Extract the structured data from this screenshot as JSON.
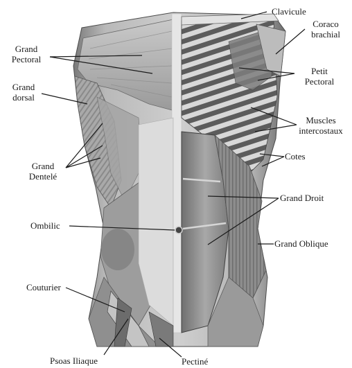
{
  "labels": {
    "clavicule": "Clavicule",
    "coraco_1": "Coraco",
    "coraco_2": "brachial",
    "grand_pectoral_1": "Grand",
    "grand_pectoral_2": "Pectoral",
    "petit_pectoral_1": "Petit",
    "petit_pectoral_2": "Pectoral",
    "grand_dorsal_1": "Grand",
    "grand_dorsal_2": "dorsal",
    "muscles_intercostaux_1": "Muscles",
    "muscles_intercostaux_2": "intercostaux",
    "cotes": "Cotes",
    "grand_dentele_1": "Grand",
    "grand_dentele_2": "Dentelé",
    "grand_droit": "Grand Droit",
    "ombilic": "Ombilic",
    "grand_oblique": "Grand Oblique",
    "couturier": "Couturier",
    "psoas_iliaque": "Psoas Iliaque",
    "pectine": "Pectiné"
  },
  "colors": {
    "muscle_light": "#d9d9d9",
    "muscle_mid": "#9c9c9c",
    "muscle_dark": "#555555",
    "fascia": "#ececec",
    "leader": "#1a1a1a"
  }
}
